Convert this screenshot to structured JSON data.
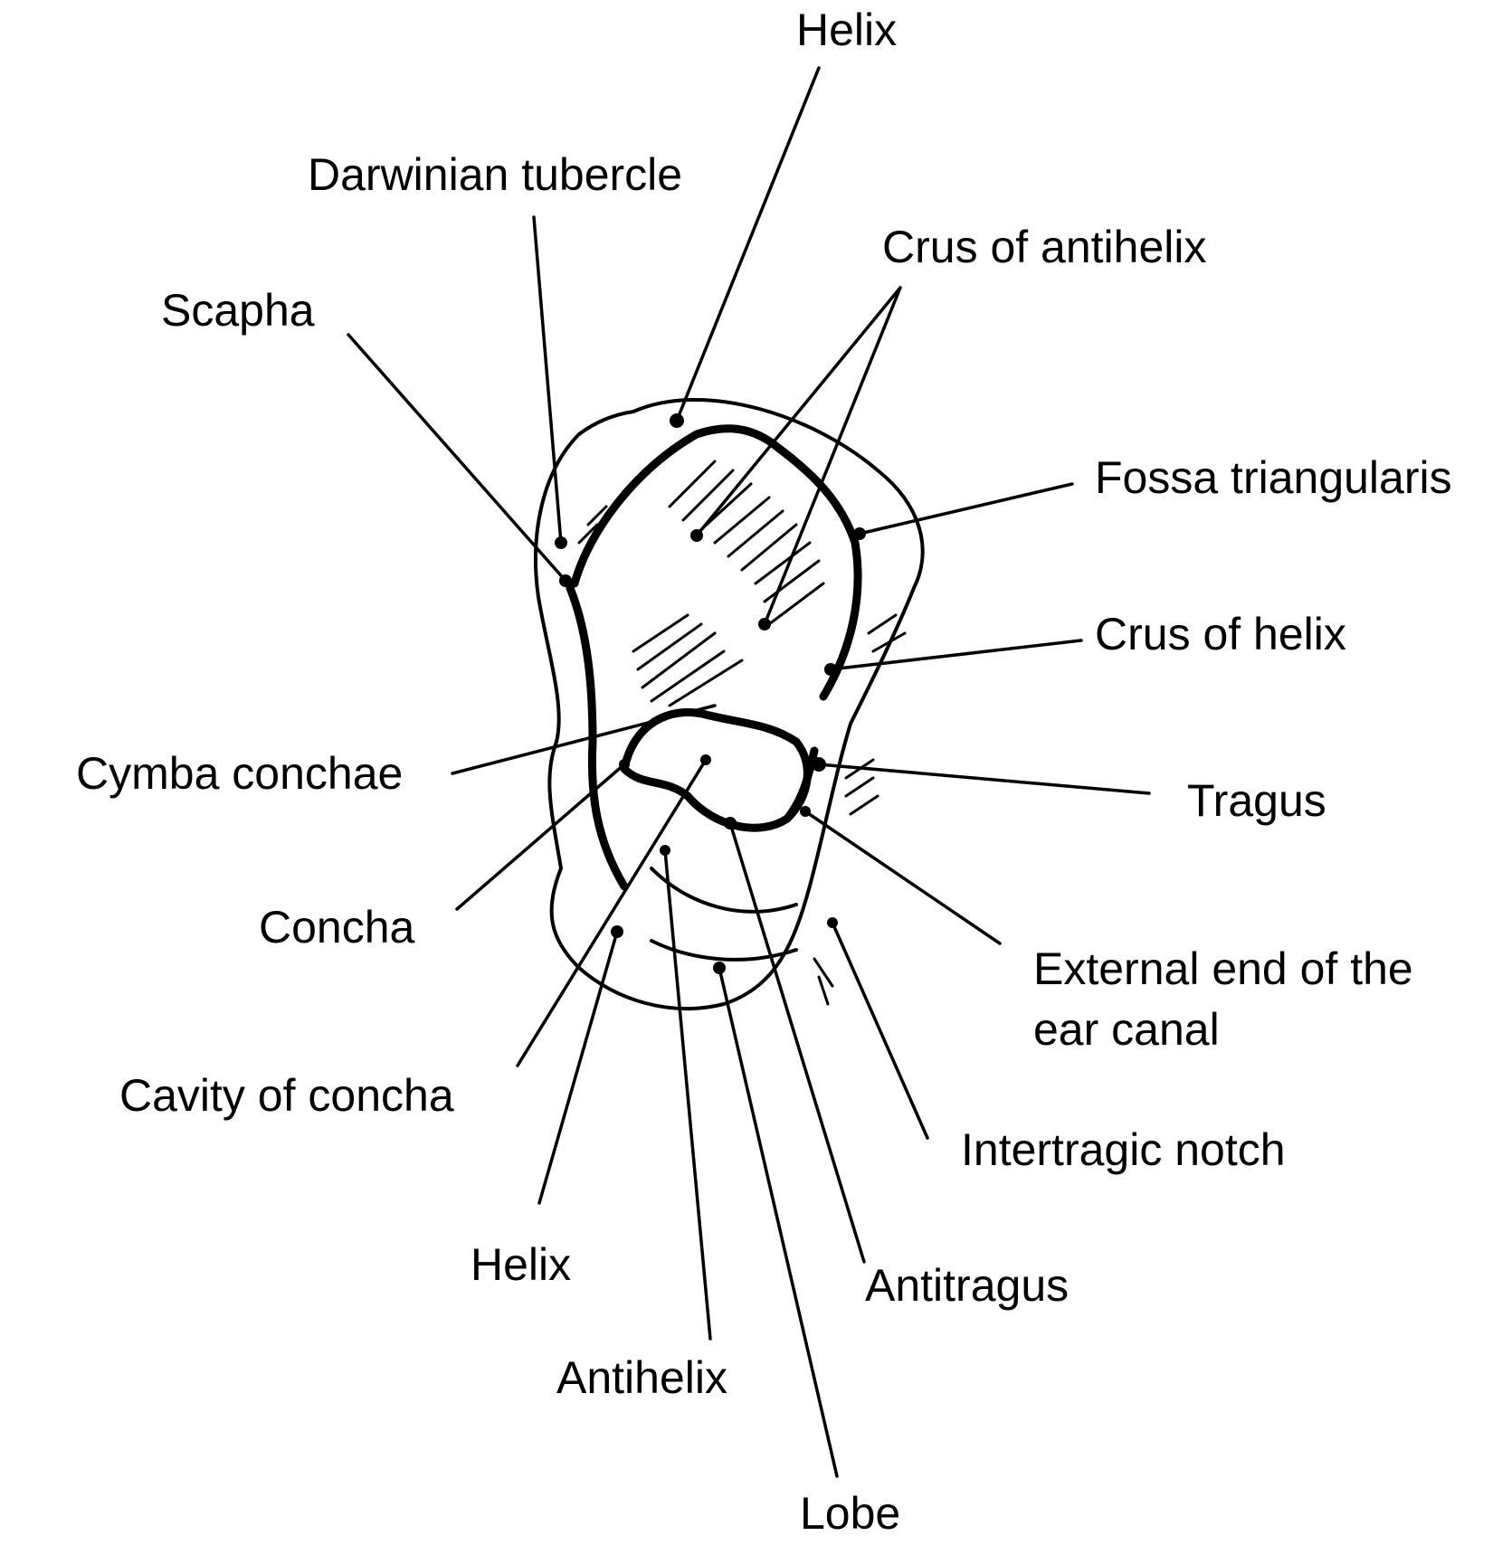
{
  "diagram": {
    "labels": {
      "helix_top": "Helix",
      "darwinian_tubercle": "Darwinian tubercle",
      "crus_of_antihelix": "Crus of antihelix",
      "scapha": "Scapha",
      "fossa_triangularis": "Fossa triangularis",
      "crus_of_helix": "Crus of helix",
      "cymba_conchae": "Cymba conchae",
      "tragus": "Tragus",
      "concha": "Concha",
      "external_end_line1": "External end of the",
      "external_end_line2": "ear canal",
      "cavity_of_concha": "Cavity of concha",
      "intertragic_notch": "Intertragic notch",
      "helix_bottom": "Helix",
      "antitragus": "Antitragus",
      "antihelix": "Antihelix",
      "lobe": "Lobe"
    },
    "colors": {
      "ink": "#000000",
      "background": "#ffffff"
    }
  }
}
